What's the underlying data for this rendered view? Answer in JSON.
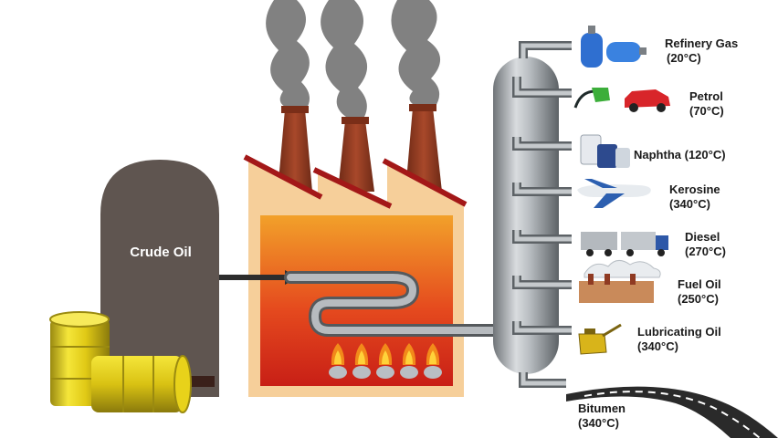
{
  "diagram": {
    "storage_label": "Crude Oil",
    "products": [
      {
        "name": "Refinery Gas",
        "temp": "(20°C)",
        "icon": "gas-cylinder-icon"
      },
      {
        "name": "Petrol",
        "temp": "(70°C)",
        "icon": "fuel-pump-car-icon"
      },
      {
        "name": "Naphtha (120°C)",
        "temp": "",
        "icon": "chemical-containers-icon"
      },
      {
        "name": "Kerosine",
        "temp": "(340°C)",
        "icon": "airplane-icon"
      },
      {
        "name": "Diesel",
        "temp": "(270°C)",
        "icon": "truck-icon"
      },
      {
        "name": "Fuel Oil",
        "temp": "(250°C)",
        "icon": "factory-icon"
      },
      {
        "name": "Lubricating Oil",
        "temp": "(340°C)",
        "icon": "oil-can-icon"
      },
      {
        "name": "Bitumen",
        "temp": "(340°C)",
        "icon": "road-icon"
      }
    ],
    "colors": {
      "tank": "#5f5550",
      "barrel": "#e8d21a",
      "factory_wall": "#f6cf9a",
      "furnace_hot": "#e0301a",
      "furnace_warm": "#f2a12a",
      "roof": "#a31818",
      "chimney": "#8f3a22",
      "smoke": "#7b7b7b",
      "pipe": "#9da2a6",
      "column": "#a8adb2"
    }
  }
}
